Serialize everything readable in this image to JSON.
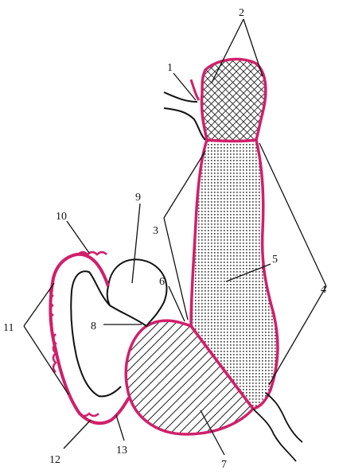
{
  "labels": {
    "l1": "1",
    "l2": "2",
    "l3": "3",
    "l4": "4",
    "l5": "5",
    "l6": "6",
    "l7": "7",
    "l8": "8",
    "l9": "9",
    "l10": "10",
    "l11": "11",
    "l12": "12",
    "l13": "13"
  },
  "colors": {
    "outline": "#d0206a",
    "ink": "#111111",
    "background": "#ffffff"
  }
}
